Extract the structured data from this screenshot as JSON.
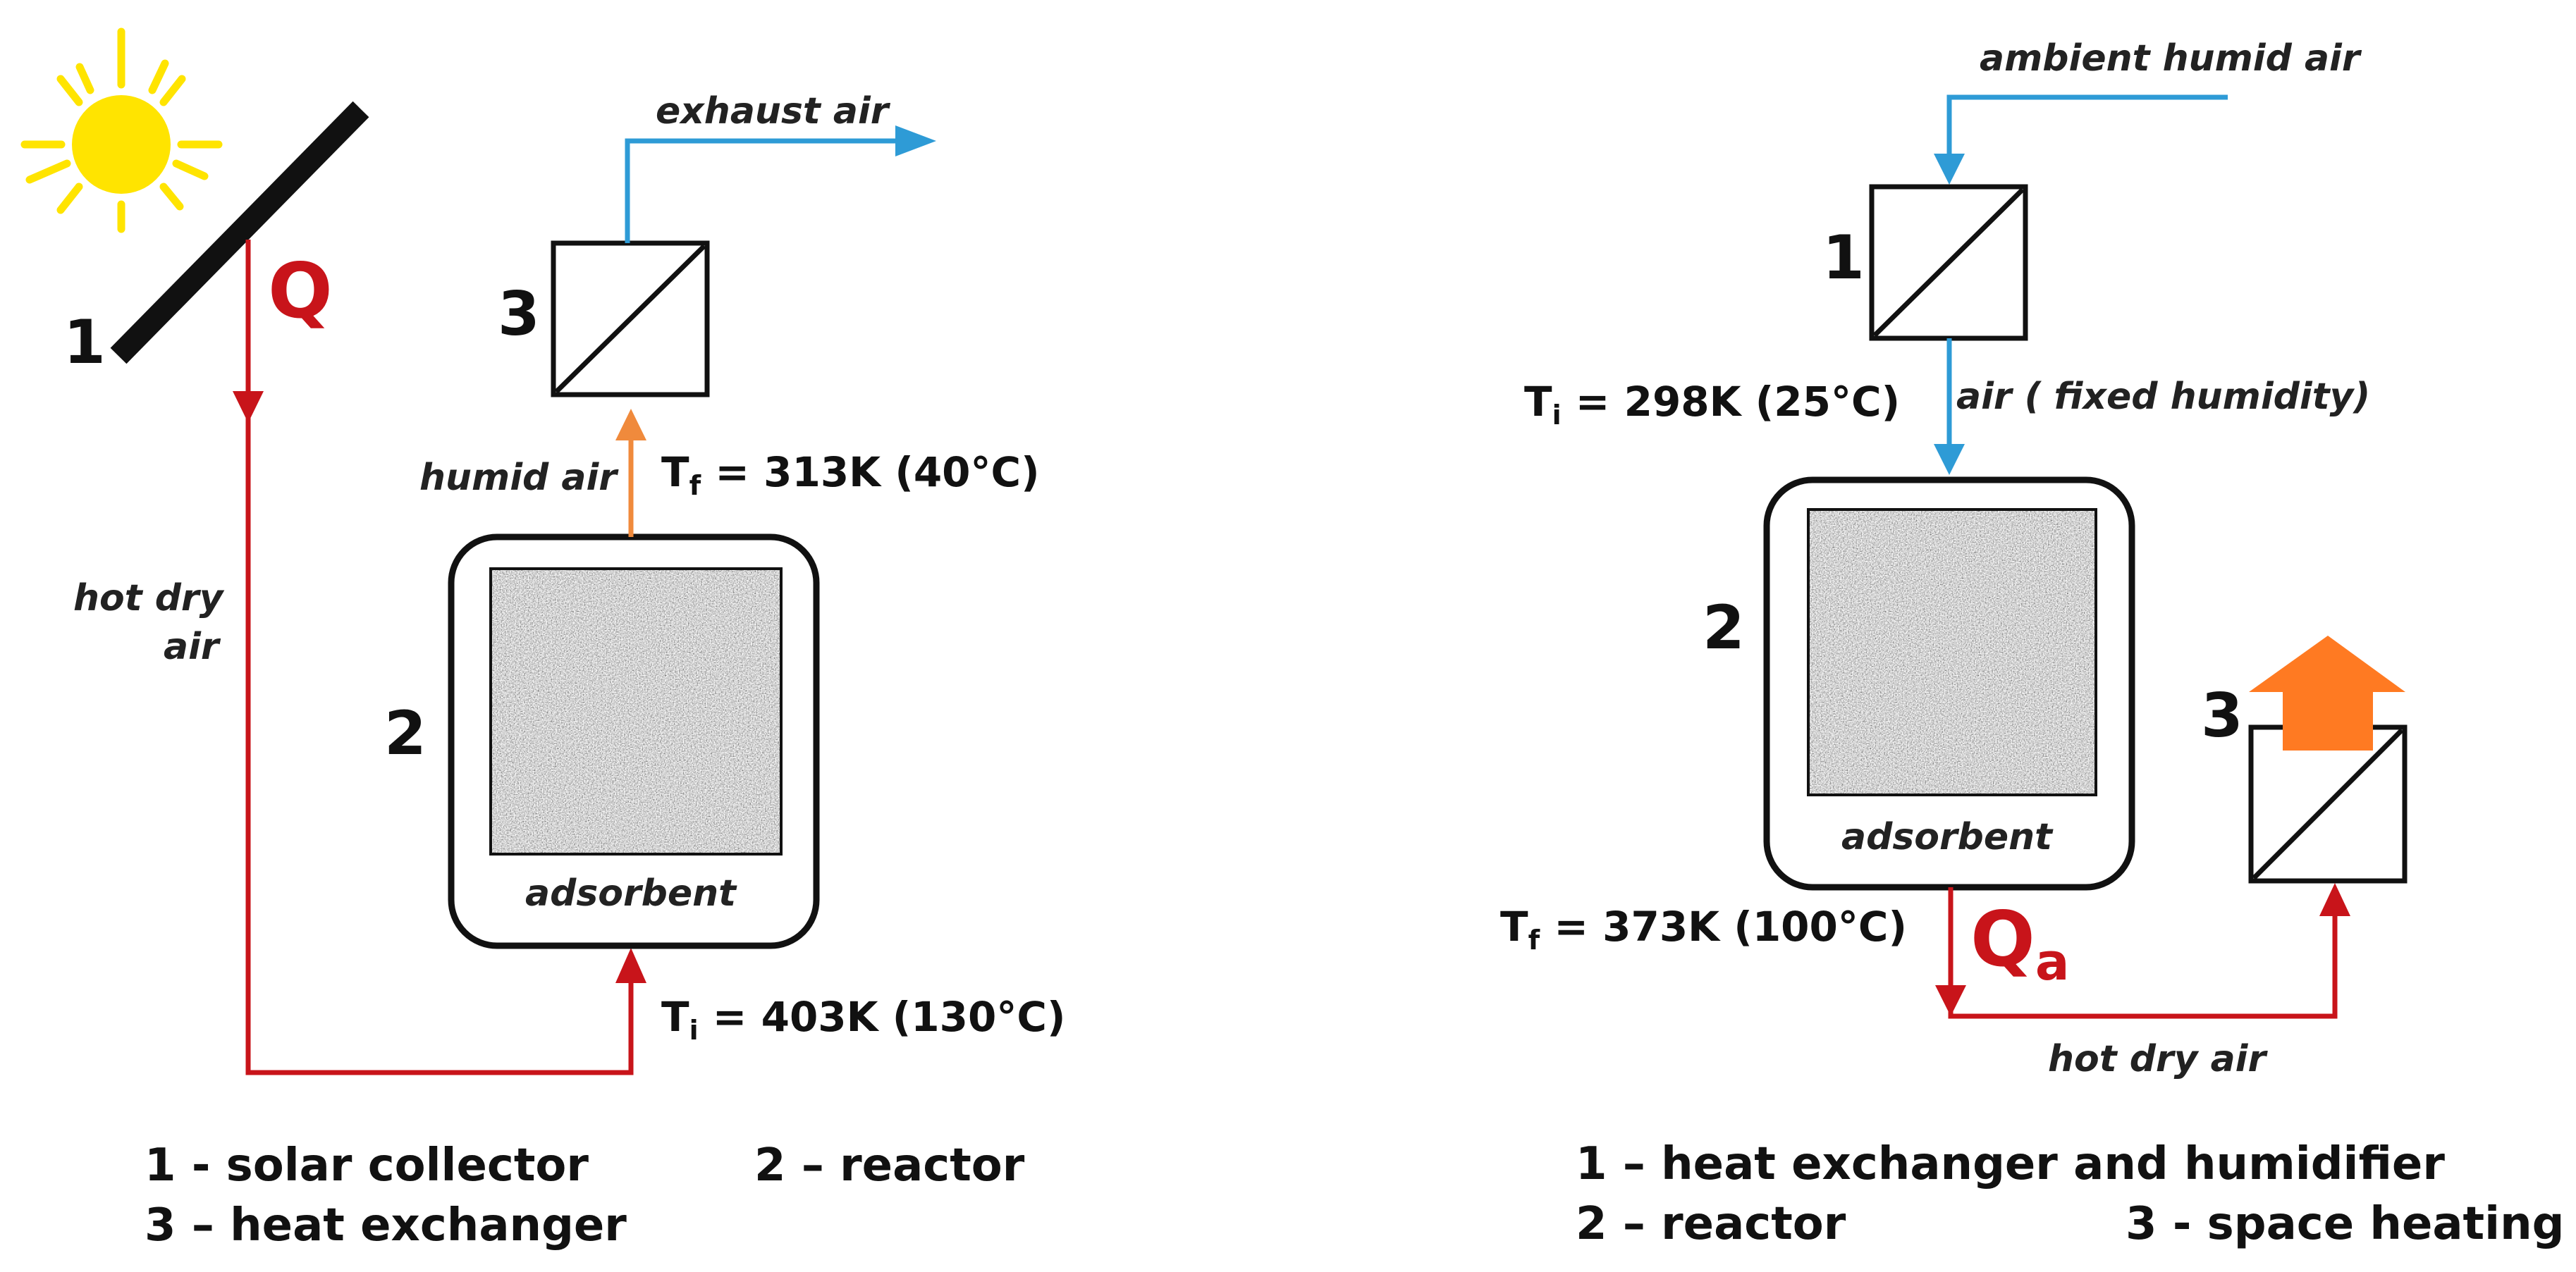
{
  "colors": {
    "hot": "#c8141a",
    "humid": "#f08a3c",
    "ambient": "#2e9bd6",
    "sun": "#ffe400",
    "heat_arrow": "#ff7a22",
    "ink": "#111111"
  },
  "left": {
    "exhaust_label": "exhaust air",
    "humid_label": "humid air",
    "hot_dry_label_1": "hot dry",
    "hot_dry_label_2": "air",
    "q_label": "Q",
    "tf_prefix": "T",
    "tf_sub": "f",
    "tf_value": " = 313K (40°C)",
    "ti_prefix": "T",
    "ti_sub": "i",
    "ti_value": " = 403K (130°C)",
    "num_1": "1",
    "num_2": "2",
    "num_3": "3",
    "adsorbent_label": "adsorbent",
    "legend_1": "1 - solar collector",
    "legend_2": "2 – reactor",
    "legend_3": "3 – heat exchanger"
  },
  "right": {
    "ambient_label": "ambient humid air",
    "air_label": "air ( fixed humidity)",
    "hot_dry_label": "hot dry air",
    "q_label": "Q",
    "q_sub": "a",
    "ti_prefix": "T",
    "ti_sub": "i",
    "ti_value": " = 298K (25°C)",
    "tf_prefix": "T",
    "tf_sub": "f",
    "tf_value": " = 373K (100°C)",
    "num_1": "1",
    "num_2": "2",
    "num_3": "3",
    "adsorbent_label": "adsorbent",
    "legend_1": "1 – heat exchanger and humidifier",
    "legend_2": "2 – reactor",
    "legend_3": "3 - space heating"
  }
}
